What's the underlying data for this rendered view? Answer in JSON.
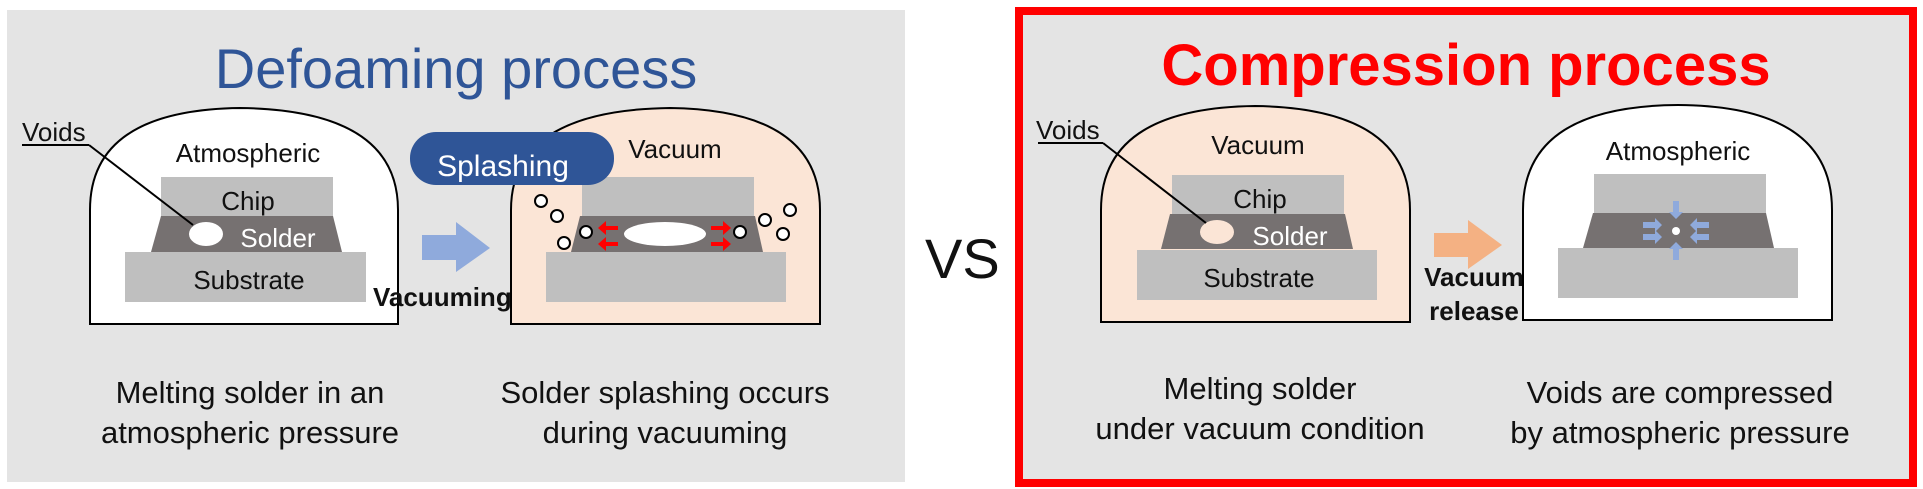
{
  "left_panel": {
    "title": "Defoaming process",
    "step1": {
      "chamber_label": "Atmospheric",
      "voids_label": "Voids",
      "chip_label": "Chip",
      "solder_label": "Solder",
      "substrate_label": "Substrate",
      "caption_line1": "Melting solder in an",
      "caption_line2": "atmospheric pressure"
    },
    "arrow_label": "Vacuuming",
    "step2": {
      "chamber_label": "Vacuum",
      "badge": "Splashing",
      "caption_line1": "Solder splashing occurs",
      "caption_line2": "during vacuuming"
    }
  },
  "vs_label": "VS",
  "right_panel": {
    "title": "Compression process",
    "step1": {
      "chamber_label": "Vacuum",
      "voids_label": "Voids",
      "chip_label": "Chip",
      "solder_label": "Solder",
      "substrate_label": "Substrate",
      "caption_line1": "Melting solder",
      "caption_line2": "under vacuum condition"
    },
    "arrow_label_line1": "Vacuum",
    "arrow_label_line2": "release",
    "step2": {
      "chamber_label": "Atmospheric",
      "caption_line1": "Voids are compressed",
      "caption_line2": "by atmospheric pressure"
    }
  },
  "colors": {
    "title_blue": "#2f5597",
    "highlight_red": "#ff0000",
    "vacuum_fill": "#fbe5d6",
    "chip_gray": "#bfbfbf",
    "solder_gray": "#767171",
    "arrow_blue": "#8faadc",
    "arrow_orange": "#f4b183",
    "splash_red": "#ff0000"
  }
}
